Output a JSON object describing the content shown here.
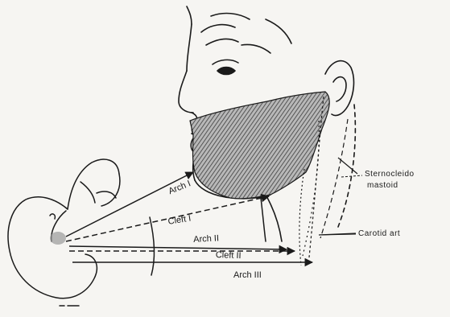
{
  "labels": {
    "arch_1": "Arch I",
    "cleft_1": "Cleft I",
    "arch_2": "Arch II",
    "cleft_2": "Cleft II",
    "arch_3": "Arch III",
    "sternocleido_line1": "Sternocleido",
    "sternocleido_line2": "mastoid",
    "carotid": "Carotid art"
  },
  "colors": {
    "ink": "#1a1a1a",
    "paper": "#f6f5f2",
    "hatch": "#555555"
  }
}
